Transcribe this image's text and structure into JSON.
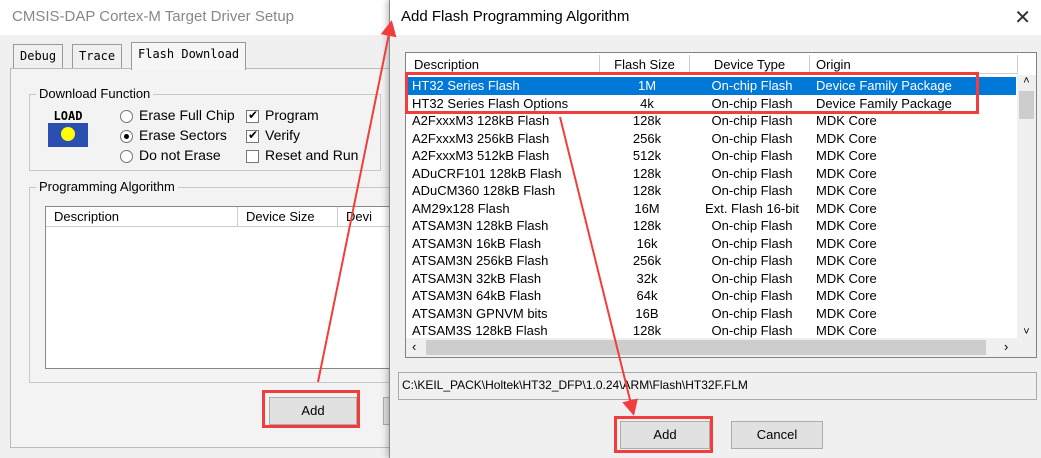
{
  "background_window": {
    "title": "CMSIS-DAP Cortex-M Target Driver Setup",
    "tabs": [
      "Debug",
      "Trace",
      "Flash Download"
    ],
    "active_tab": "Flash Download",
    "download_function": {
      "label": "Download Function",
      "icon": "load-icon",
      "icon_text": "LOAD",
      "radios": [
        {
          "label": "Erase Full Chip",
          "checked": false
        },
        {
          "label": "Erase Sectors",
          "checked": true
        },
        {
          "label": "Do not Erase",
          "checked": false
        }
      ],
      "checks": [
        {
          "label": "Program",
          "checked": true
        },
        {
          "label": "Verify",
          "checked": true
        },
        {
          "label": "Reset and Run",
          "checked": false
        }
      ]
    },
    "programming_algorithm": {
      "label": "Programming Algorithm",
      "columns": [
        "Description",
        "Device Size",
        "Devi"
      ]
    },
    "add_label": "Add"
  },
  "dialog": {
    "title": "Add Flash Programming Algorithm",
    "close": "✕",
    "columns": [
      "Description",
      "Flash Size",
      "Device Type",
      "Origin"
    ],
    "rows": [
      [
        "HT32 Series Flash",
        "1M",
        "On-chip Flash",
        "Device Family Package"
      ],
      [
        "HT32 Series Flash Options",
        "4k",
        "On-chip Flash",
        "Device Family Package"
      ],
      [
        "A2FxxxM3 128kB Flash",
        "128k",
        "On-chip Flash",
        "MDK Core"
      ],
      [
        "A2FxxxM3 256kB Flash",
        "256k",
        "On-chip Flash",
        "MDK Core"
      ],
      [
        "A2FxxxM3 512kB Flash",
        "512k",
        "On-chip Flash",
        "MDK Core"
      ],
      [
        "ADuCRF101 128kB Flash",
        "128k",
        "On-chip Flash",
        "MDK Core"
      ],
      [
        "ADuCM360 128kB Flash",
        "128k",
        "On-chip Flash",
        "MDK Core"
      ],
      [
        "AM29x128 Flash",
        "16M",
        "Ext. Flash 16-bit",
        "MDK Core"
      ],
      [
        "ATSAM3N 128kB Flash",
        "128k",
        "On-chip Flash",
        "MDK Core"
      ],
      [
        "ATSAM3N 16kB Flash",
        "16k",
        "On-chip Flash",
        "MDK Core"
      ],
      [
        "ATSAM3N 256kB Flash",
        "256k",
        "On-chip Flash",
        "MDK Core"
      ],
      [
        "ATSAM3N 32kB Flash",
        "32k",
        "On-chip Flash",
        "MDK Core"
      ],
      [
        "ATSAM3N 64kB Flash",
        "64k",
        "On-chip Flash",
        "MDK Core"
      ],
      [
        "ATSAM3N GPNVM bits",
        "16B",
        "On-chip Flash",
        "MDK Core"
      ],
      [
        "ATSAM3S 128kB Flash",
        "128k",
        "On-chip Flash",
        "MDK Core"
      ]
    ],
    "selected_row": 0,
    "path": "C:\\KEIL_PACK\\Holtek\\HT32_DFP\\1.0.24\\ARM\\Flash\\HT32F.FLM",
    "add_label": "Add",
    "cancel_label": "Cancel"
  },
  "colors": {
    "selection": "#0078d7",
    "annotation": "#f33d3d"
  }
}
